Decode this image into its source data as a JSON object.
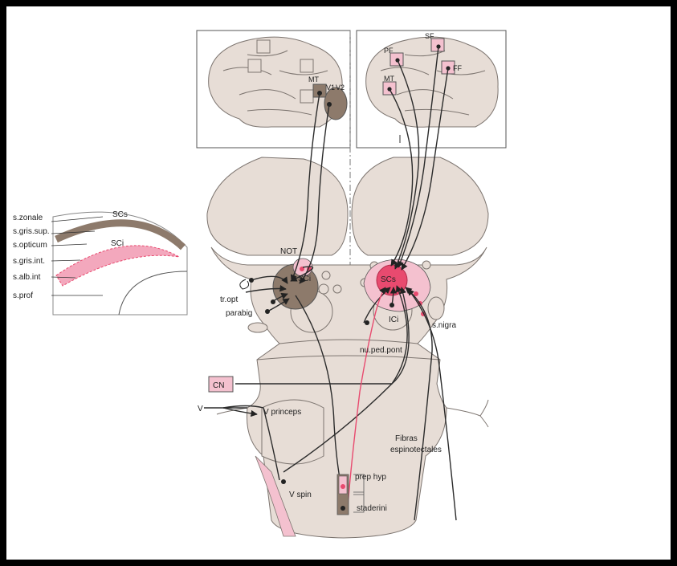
{
  "colors": {
    "tissue": "#e7ddd6",
    "outline": "#7d7570",
    "sc_brown": "#8d7a6b",
    "sc_pink": "#e84a6f",
    "pink_light": "#f4c1cf",
    "frame": "#000000"
  },
  "inset": {
    "layers": [
      "s.zonale",
      "s.gris.sup.",
      "s.opticum",
      "s.gris.int.",
      "s.alb.int",
      "s.prof"
    ],
    "scs_label": "SCs",
    "sci_label": "SCi"
  },
  "left_cortex": {
    "mt": "MT",
    "v1": "V1",
    "v2": "V2"
  },
  "right_cortex": {
    "sf": "SF",
    "pf": "PF",
    "mt": "MT",
    "ff": "FF"
  },
  "brainstem": {
    "not": "NOT",
    "sci_left": "SCi",
    "scs_right": "SCs",
    "tr_opt": "tr.opt",
    "parabig": "parabig",
    "ici": "ICi",
    "s_nigra": "s.nigra",
    "nu_ped_pont": "nu.ped.pont",
    "cn": "CN",
    "v": "V",
    "v_princeps": "V princeps",
    "fibras": "Fibras",
    "espinotectales": "espinotectales",
    "prep_hyp": "prep hyp",
    "v_spin": "V spin",
    "staderini": "staderini"
  }
}
